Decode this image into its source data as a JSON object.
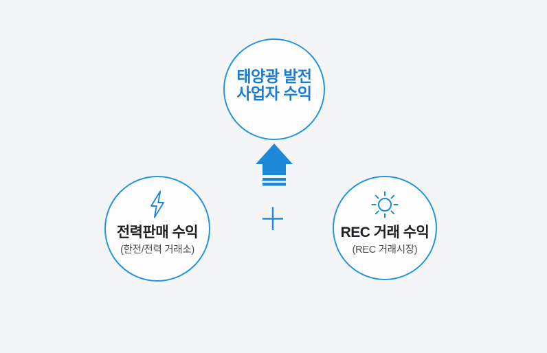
{
  "page": {
    "background": "#f4f5f7"
  },
  "colors": {
    "accent_blue": "#1e88d8",
    "circle_border": "#2196db",
    "circle_fill": "#fdfdfd",
    "title_blue": "#1a7cd2",
    "label_dark": "#202125",
    "sublabel_gray": "#47494e"
  },
  "diagram": {
    "result_circle": {
      "title_line1": "태양광 발전",
      "title_line2": "사업자 수익"
    },
    "power_sales_circle": {
      "icon": "lightning-bolt-icon",
      "label": "전력판매 수익",
      "sublabel": "(한전/전력 거래소)"
    },
    "rec_circle": {
      "icon": "sun-icon",
      "label": "REC 거래 수익",
      "sublabel": "(REC 거래시장)"
    },
    "operators": {
      "arrow_icon": "up-arrow-icon",
      "plus_icon": "plus-icon"
    }
  }
}
